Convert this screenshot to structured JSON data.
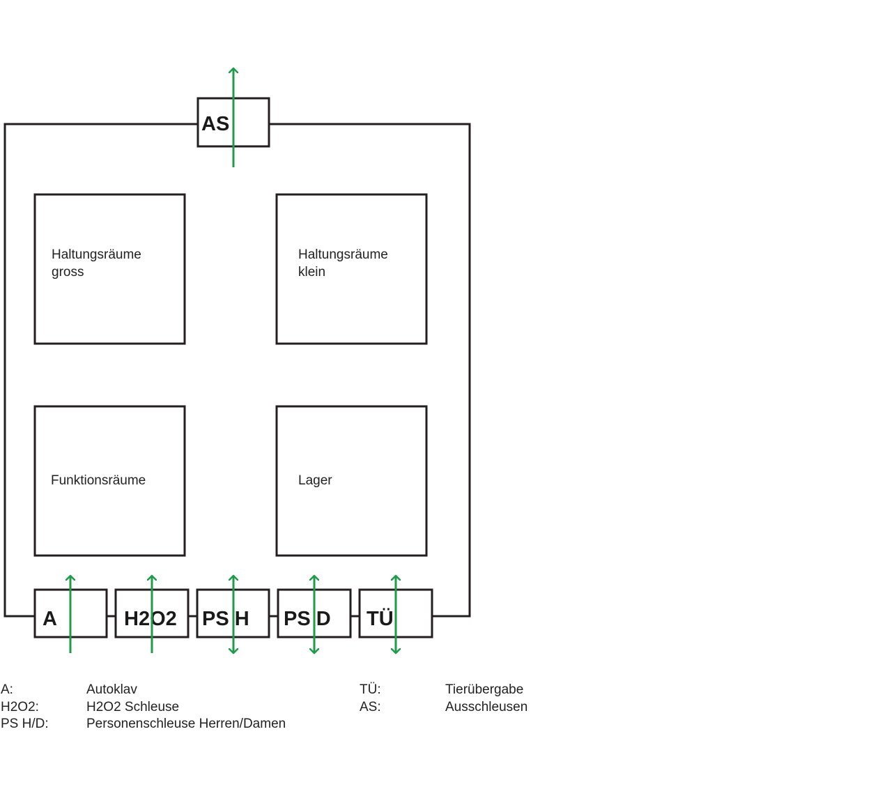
{
  "colors": {
    "outline": "#231f20",
    "arrow": "#1f9b4a",
    "text": "#222222"
  },
  "rooms": [
    {
      "id": "haltung-gross",
      "line1": "Haltungsräume",
      "line2": "gross"
    },
    {
      "id": "haltung-klein",
      "line1": "Haltungsräume",
      "line2": "klein"
    },
    {
      "id": "funktion",
      "line1": "Funktionsräume",
      "line2": ""
    },
    {
      "id": "lager",
      "line1": "Lager",
      "line2": ""
    }
  ],
  "locks": [
    {
      "id": "as",
      "label": "AS",
      "arrow": "up"
    },
    {
      "id": "a",
      "label": "A",
      "arrow": "up"
    },
    {
      "id": "h2o2",
      "label": "H2O2",
      "arrow": "up"
    },
    {
      "id": "ps-h",
      "label": "PS H",
      "arrow": "both"
    },
    {
      "id": "ps-d",
      "label": "PS D",
      "arrow": "both"
    },
    {
      "id": "tue",
      "label": "TÜ",
      "arrow": "both"
    }
  ],
  "legend": {
    "left": [
      {
        "abbr": "A:",
        "text": "Autoklav"
      },
      {
        "abbr": "H2O2:",
        "text": "H2O2 Schleuse"
      },
      {
        "abbr": "PS H/D:",
        "text": "Personenschleuse Herren/Damen"
      }
    ],
    "right": [
      {
        "abbr": "TÜ:",
        "text": "Tierübergabe"
      },
      {
        "abbr": "AS:",
        "text": "Ausschleusen"
      }
    ]
  }
}
